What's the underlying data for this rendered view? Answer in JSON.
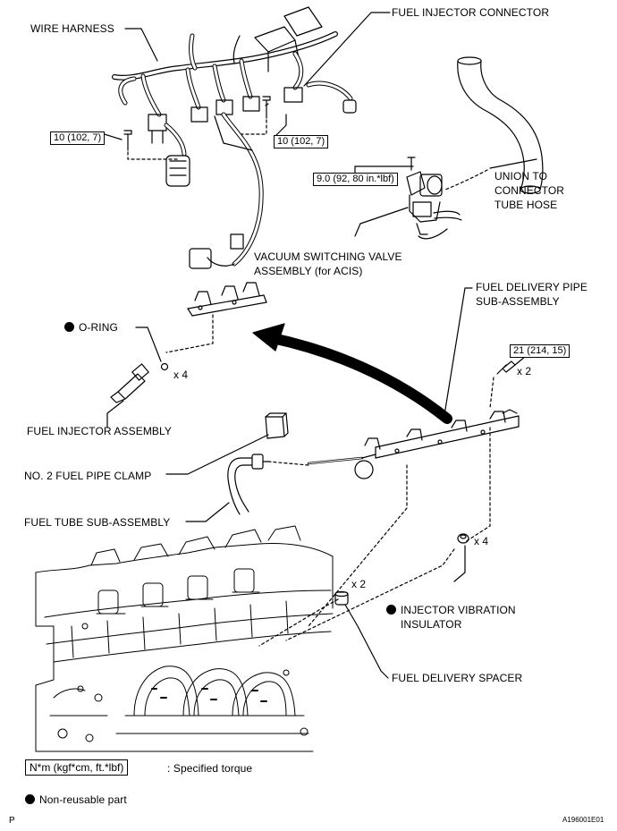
{
  "labels": {
    "wire_harness": "WIRE HARNESS",
    "fuel_injector_connector": "FUEL INJECTOR CONNECTOR",
    "union_hose_l1": "UNION TO",
    "union_hose_l2": "CONNECTOR",
    "union_hose_l3": "TUBE HOSE",
    "vsv_l1": "VACUUM SWITCHING VALVE",
    "vsv_l2": "ASSEMBLY (for ACIS)",
    "fuel_delivery_pipe_l1": "FUEL DELIVERY PIPE",
    "fuel_delivery_pipe_l2": "SUB-ASSEMBLY",
    "o_ring": "O-RING",
    "fuel_injector_assembly": "FUEL INJECTOR ASSEMBLY",
    "no2_fuel_pipe_clamp": "NO. 2 FUEL PIPE CLAMP",
    "fuel_tube": "FUEL TUBE SUB-ASSEMBLY",
    "injector_vibration_l1": "INJECTOR VIBRATION",
    "injector_vibration_l2": "INSULATOR",
    "fuel_delivery_spacer": "FUEL DELIVERY SPACER"
  },
  "torques": {
    "left_bolt": "10 (102, 7)",
    "center_bolt": "10 (102, 7)",
    "vsv_bolt": "9.0 (92, 80 in.*lbf)",
    "pipe_bolt": "21 (214, 15)"
  },
  "quantities": {
    "o_ring": "x 4",
    "pipe_bolt": "x 2",
    "insulator": "x 4",
    "spacer": "x 2"
  },
  "legend": {
    "torque_unit": "N*m (kgf*cm, ft.*lbf)",
    "torque_desc": ": Specified torque",
    "non_reusable": "Non-reusable part"
  },
  "footer": {
    "left_mark": "P",
    "figure_id": "A196001E01"
  }
}
